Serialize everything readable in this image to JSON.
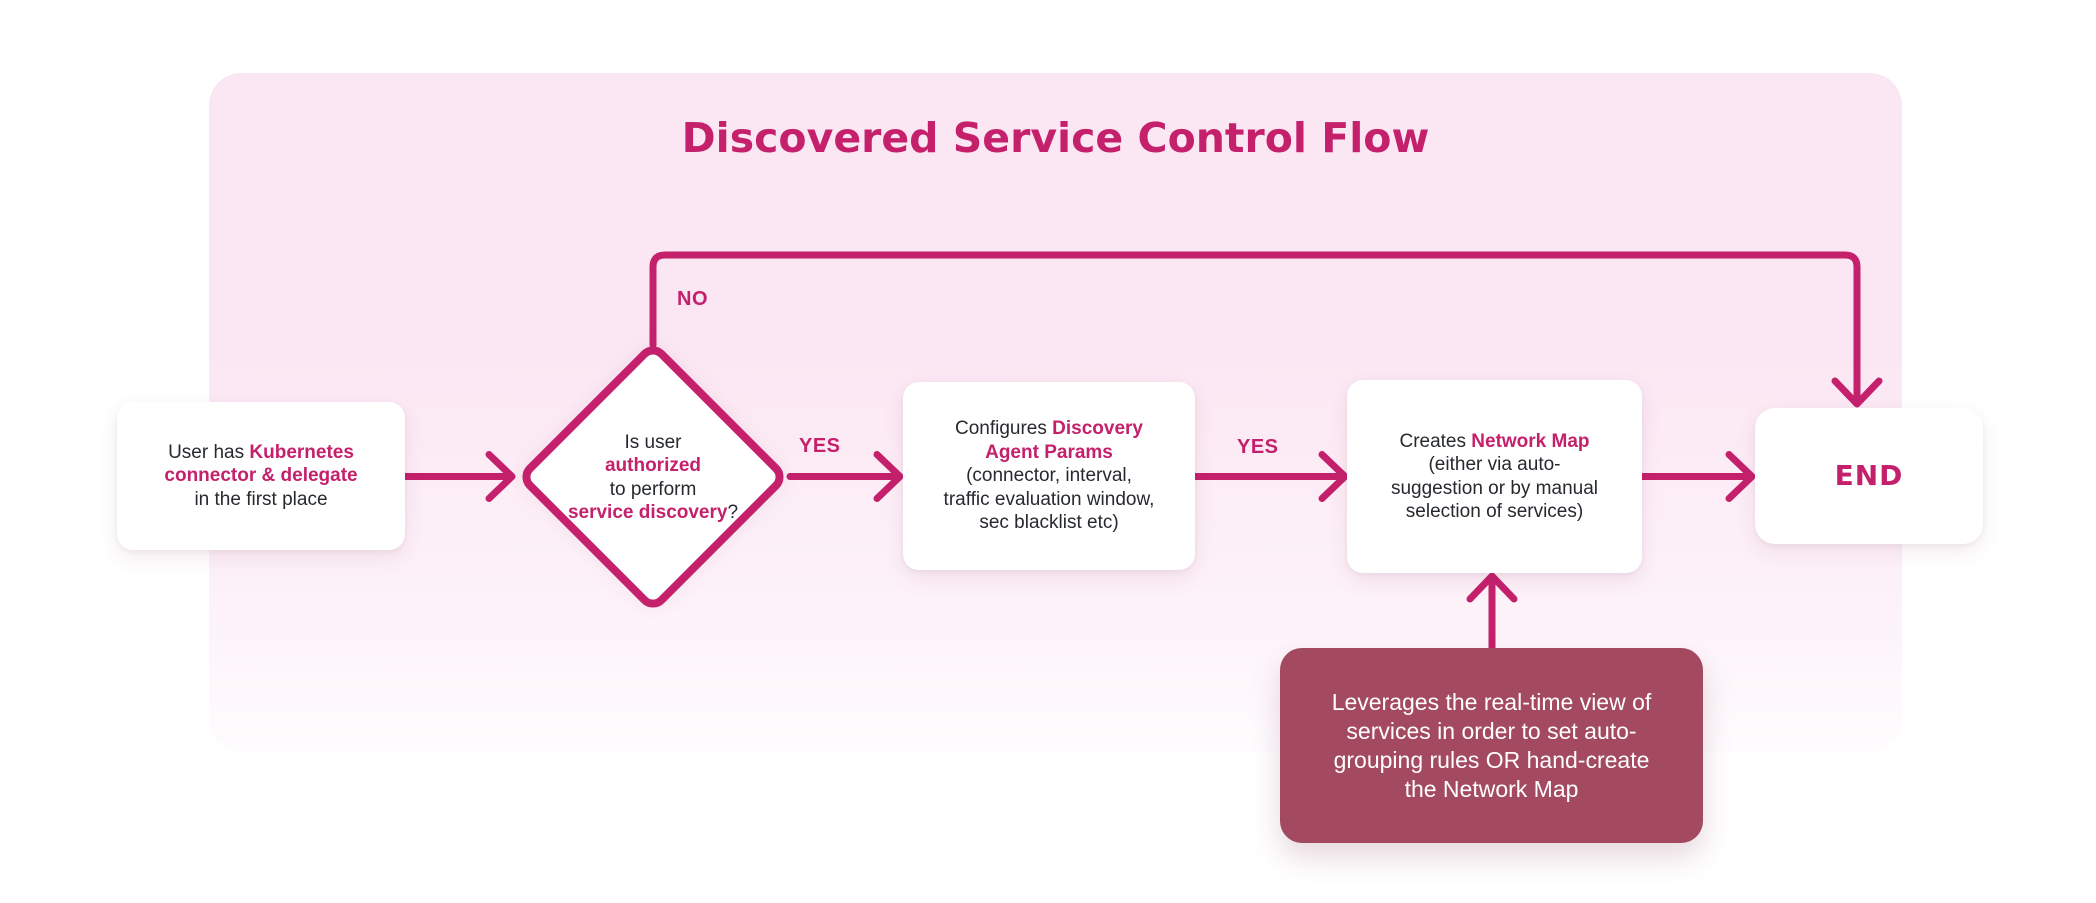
{
  "colors": {
    "accent": "#C4206B",
    "panel_top": "#FBE7F3",
    "panel_bottom": "#FEFCFE",
    "note_bg": "#A34960",
    "note_text": "#FFFFFF",
    "text": "#26292E",
    "canvas_bg": "#FFFFFF"
  },
  "title": "Discovered Service Control Flow",
  "edge_labels": {
    "no": "NO",
    "yes_after_decision": "YES",
    "yes_after_configure": "YES"
  },
  "nodes": {
    "start": {
      "lines": [
        [
          {
            "t": "User has ",
            "a": false
          },
          {
            "t": "Kubernetes",
            "a": true
          }
        ],
        [
          {
            "t": "connector & delegate",
            "a": true
          }
        ],
        [
          {
            "t": "in the first place",
            "a": false
          }
        ]
      ]
    },
    "decision": {
      "lines": [
        [
          {
            "t": "Is user",
            "a": false
          }
        ],
        [
          {
            "t": "authorized",
            "a": true
          }
        ],
        [
          {
            "t": "to perform",
            "a": false
          }
        ],
        [
          {
            "t": "service discovery",
            "a": true
          },
          {
            "t": "?",
            "a": false
          }
        ]
      ]
    },
    "configure": {
      "lines": [
        [
          {
            "t": "Configures ",
            "a": false
          },
          {
            "t": "Discovery",
            "a": true
          }
        ],
        [
          {
            "t": "Agent Params",
            "a": true
          }
        ],
        [
          {
            "t": "(connector, interval,",
            "a": false
          }
        ],
        [
          {
            "t": "traffic evaluation window,",
            "a": false
          }
        ],
        [
          {
            "t": "sec blacklist etc)",
            "a": false
          }
        ]
      ]
    },
    "create_map": {
      "lines": [
        [
          {
            "t": "Creates ",
            "a": false
          },
          {
            "t": "Network Map",
            "a": true
          }
        ],
        [
          {
            "t": "(either via auto-",
            "a": false
          }
        ],
        [
          {
            "t": "suggestion or by manual",
            "a": false
          }
        ],
        [
          {
            "t": "selection of services)",
            "a": false
          }
        ]
      ]
    },
    "end": {
      "label": "END"
    },
    "note": {
      "lines": [
        [
          {
            "t": "Leverages the real-time view of",
            "a": false
          }
        ],
        [
          {
            "t": "services in order to set auto-",
            "a": false
          }
        ],
        [
          {
            "t": "grouping rules OR hand-create",
            "a": false
          }
        ],
        [
          {
            "t": "the Network Map",
            "a": false
          }
        ]
      ]
    }
  }
}
